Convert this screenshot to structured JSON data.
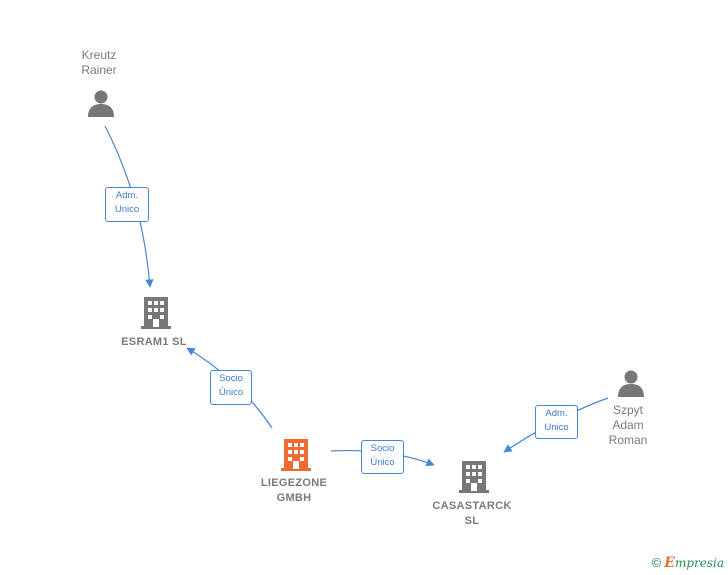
{
  "colors": {
    "accent": "#4a86d6",
    "node_gray": "#777777",
    "focus_company": "#f06a35",
    "brand_green": "#2a8a5a",
    "brand_orange": "#e8702a"
  },
  "nodes": {
    "kreutz": {
      "line1": "Kreutz",
      "line2": "Rainer",
      "icon": "person-icon"
    },
    "esram": {
      "label": "ESRAM1  SL",
      "icon": "building-icon"
    },
    "liegezone": {
      "line1": "LIEGEZONE",
      "line2": "GMBH",
      "icon": "building-icon"
    },
    "casastarck": {
      "line1": "CASASTARCK",
      "line2": "SL",
      "icon": "building-icon"
    },
    "szpyt": {
      "line1": "Szpyt",
      "line2": "Adam",
      "line3": "Roman",
      "icon": "person-icon"
    }
  },
  "edges": {
    "kreutz_esram": {
      "line1": "Adm.",
      "line2": "Unico"
    },
    "liegezone_esram": {
      "line1": "Socio",
      "line2": "Único"
    },
    "liegezone_casastarck": {
      "line1": "Socio",
      "line2": "Único"
    },
    "szpyt_casastarck": {
      "line1": "Adm.",
      "line2": "Unico"
    }
  },
  "footer": {
    "copyright": "©",
    "brand_first": "E",
    "brand_rest": "mpresia"
  }
}
